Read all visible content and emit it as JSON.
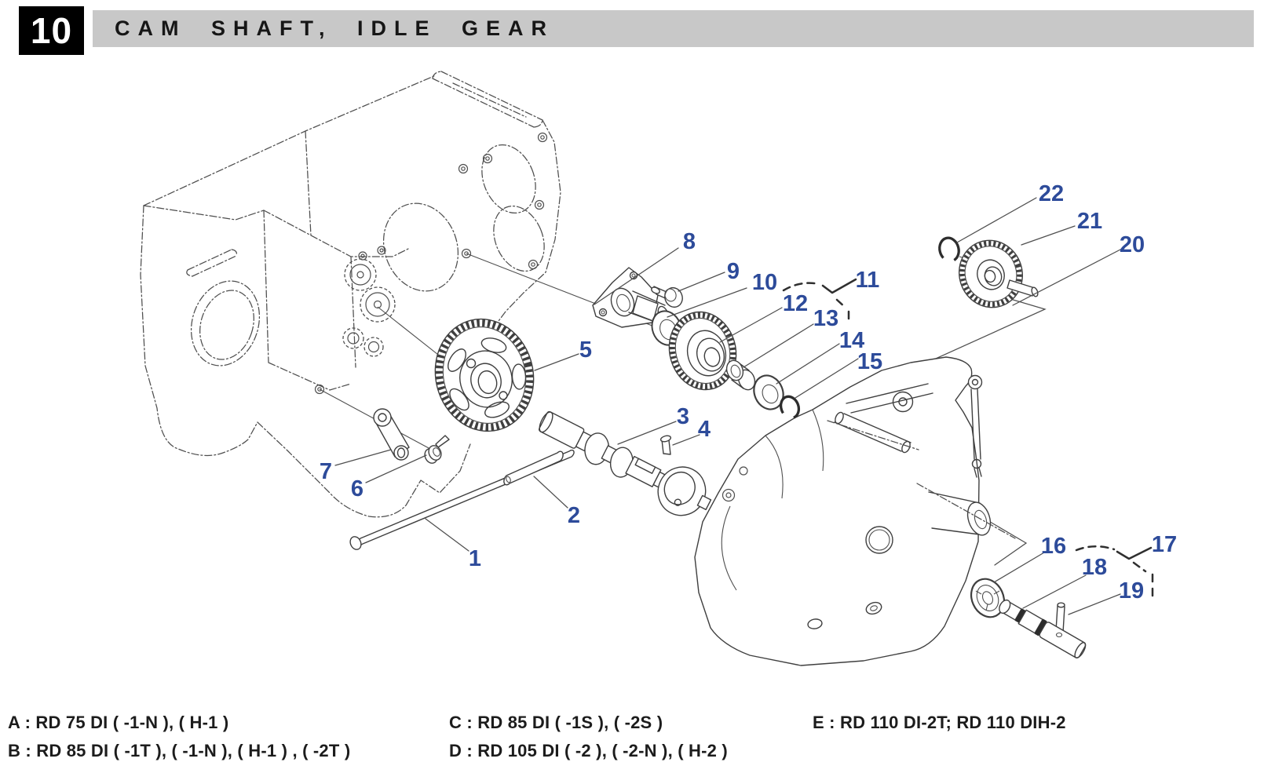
{
  "page": {
    "section_number": "10",
    "title": "CAM SHAFT, IDLE GEAR"
  },
  "diagram": {
    "callouts": [
      "1",
      "2",
      "3",
      "4",
      "5",
      "6",
      "7",
      "8",
      "9",
      "10",
      "11",
      "12",
      "13",
      "14",
      "15",
      "16",
      "17",
      "18",
      "19",
      "20",
      "21",
      "22"
    ]
  },
  "applicability": [
    "A : RD 75 DI ( -1-N ), ( H-1 )",
    "B : RD 85 DI ( -1T ), ( -1-N ), ( H-1 ) , ( -2T )",
    "C : RD 85 DI ( -1S ), ( -2S )",
    "D : RD 105 DI ( -2 ), ( -2-N ), ( H-2 )",
    "E : RD 110 DI-2T; RD 110 DIH-2"
  ]
}
